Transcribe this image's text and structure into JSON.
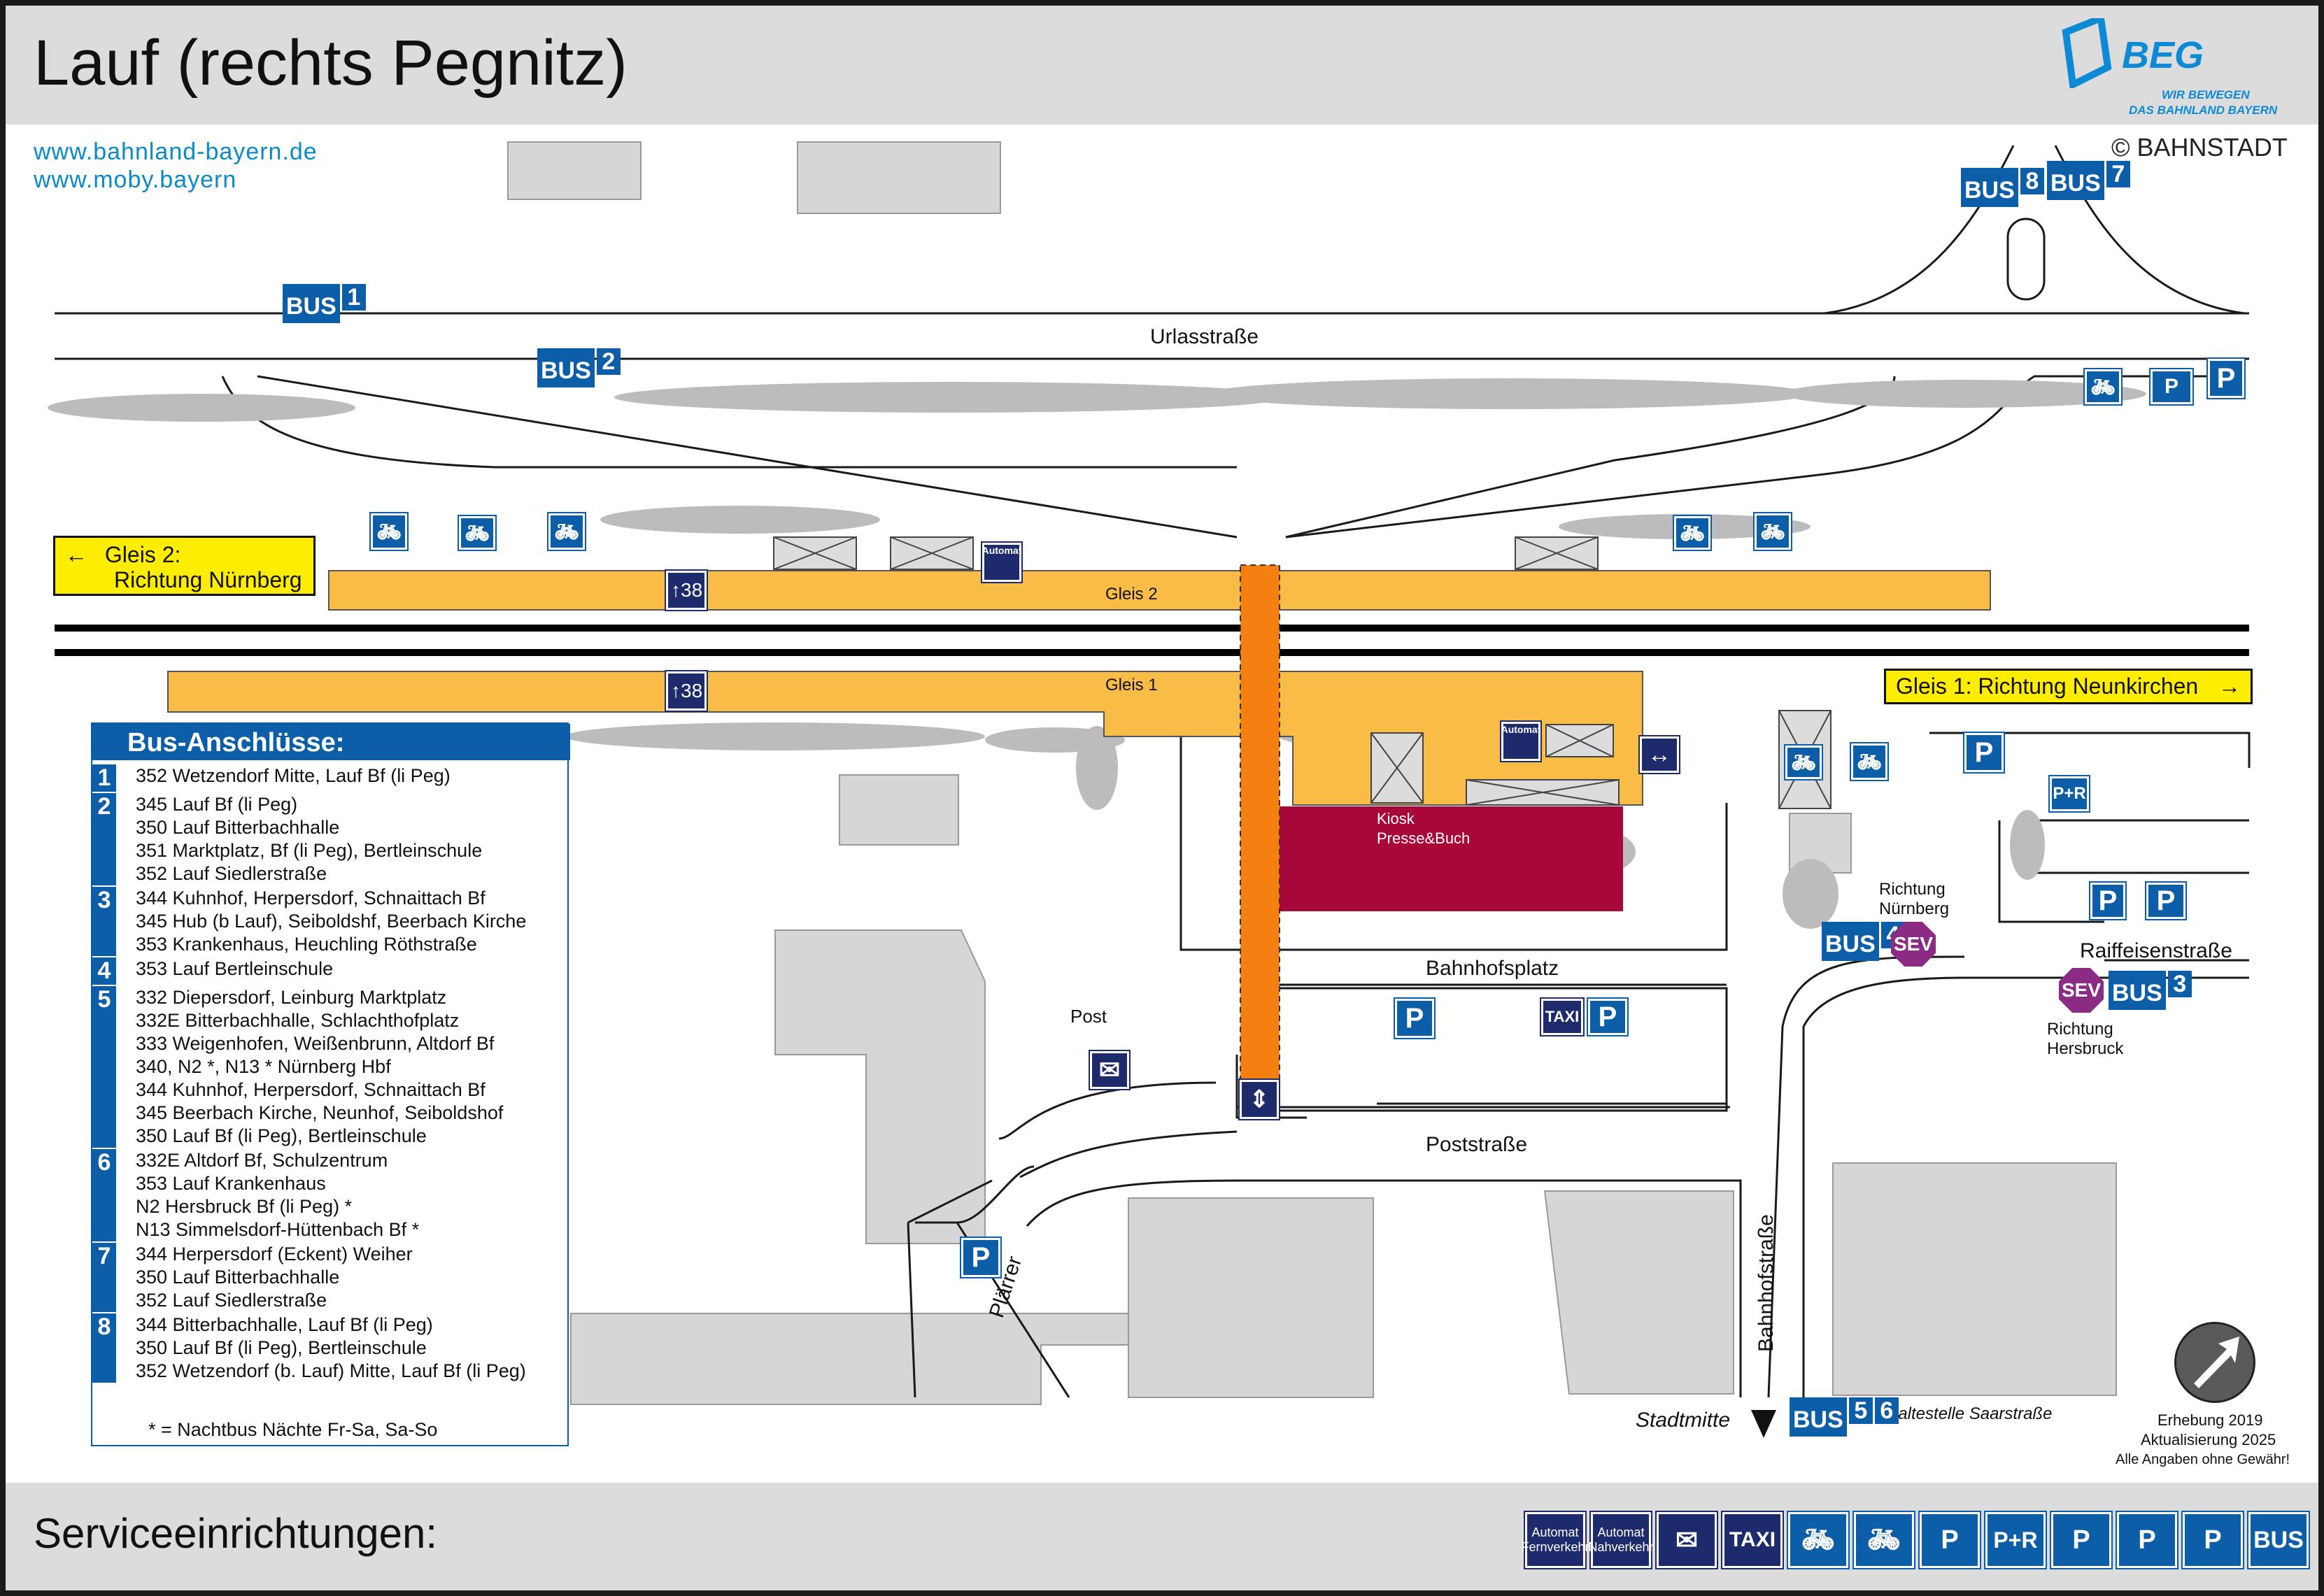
{
  "title": "Lauf (rechts Pegnitz)",
  "links": [
    "www.bahnland-bayern.de",
    "www.moby.bayern"
  ],
  "logo": {
    "name": "BEG",
    "tagline_1": "WIR BEWEGEN",
    "tagline_2": "DAS BAHNLAND BAYERN",
    "copyright": "© BAHNSTADT"
  },
  "streets": {
    "urlasstrasse": "Urlasstraße",
    "poststrasse": "Poststraße",
    "bahnhofsplatz": "Bahnhofsplatz",
    "raiffeisenstrasse": "Raiffeisenstraße",
    "plaerrer": "Plärrer",
    "bahnhofstrasse": "Bahnhofstraße"
  },
  "platforms": {
    "gleis2": "Gleis 2",
    "gleis1": "Gleis 1",
    "gleis2_direction_1": "Gleis 2:",
    "gleis2_direction_2": "Richtung Nürnberg",
    "gleis1_direction": "Gleis 1: Richtung Neunkirchen",
    "platform_height": "38"
  },
  "places": {
    "kiosk_1": "Kiosk",
    "kiosk_2": "Presse&Buch",
    "post": "Post",
    "richtung_nuernberg_1": "Richtung",
    "richtung_nuernberg_2": "Nürnberg",
    "richtung_hersbruck_1": "Richtung",
    "richtung_hersbruck_2": "Hersbruck",
    "stadtmitte": "Stadtmitte",
    "haltestelle": "Haltestelle Saarstraße"
  },
  "bus_stops": {
    "s1": "1",
    "s2": "2",
    "s3": "3",
    "s4": "4",
    "s5": "5",
    "s6": "6",
    "s7": "7",
    "s8": "8",
    "bus_label": "BUS",
    "sev_label": "SEV"
  },
  "bus_panel": {
    "heading": "Bus-Anschlüsse:",
    "entries": [
      {
        "stop": "1",
        "lines": [
          "352 Wetzendorf Mitte, Lauf Bf (li Peg)"
        ]
      },
      {
        "stop": "2",
        "lines": [
          "345 Lauf Bf (li Peg)",
          "350 Lauf Bitterbachhalle",
          "351 Marktplatz, Bf (li Peg), Bertleinschule",
          "352 Lauf Siedlerstraße"
        ]
      },
      {
        "stop": "3",
        "lines": [
          "344 Kuhnhof, Herpersdorf, Schnaittach Bf",
          "345 Hub (b Lauf), Seiboldshf, Beerbach Kirche",
          "353 Krankenhaus, Heuchling Röthstraße"
        ]
      },
      {
        "stop": "4",
        "lines": [
          "353 Lauf Bertleinschule"
        ]
      },
      {
        "stop": "5",
        "lines": [
          "332 Diepersdorf, Leinburg Marktplatz",
          "332E Bitterbachhalle, Schlachthofplatz",
          "333 Weigenhofen, Weißenbrunn, Altdorf Bf",
          "340, N2 *, N13 * Nürnberg Hbf",
          "344 Kuhnhof, Herpersdorf, Schnaittach Bf",
          "345 Beerbach Kirche, Neunhof, Seiboldshof",
          "350 Lauf Bf (li Peg), Bertleinschule"
        ]
      },
      {
        "stop": "6",
        "lines": [
          "332E Altdorf Bf, Schulzentrum",
          "353 Lauf Krankenhaus",
          "N2 Hersbruck Bf (li Peg) *",
          "N13 Simmelsdorf-Hüttenbach Bf *"
        ]
      },
      {
        "stop": "7",
        "lines": [
          "344 Herpersdorf (Eckent) Weiher",
          "350 Lauf Bitterbachhalle",
          "352 Lauf Siedlerstraße"
        ]
      },
      {
        "stop": "8",
        "lines": [
          "344 Bitterbachhalle, Lauf Bf (li Peg)",
          "350 Lauf Bf (li Peg), Bertleinschule",
          "352 Wetzendorf (b. Lauf) Mitte, Lauf Bf (li Peg)"
        ]
      }
    ],
    "note": "* = Nachtbus Nächte Fr-Sa, Sa-So"
  },
  "survey": {
    "line1": "Erhebung 2019",
    "line2": "Aktualisierung 2025",
    "line3": "Alle Angaben ohne Gewähr!"
  },
  "icons": {
    "automat": "Automat",
    "automat_fern": "Fernverkehr",
    "automat_nah": "Nahverkehr",
    "taxi": "TAXI",
    "p": "P",
    "pr": "P+R",
    "bus": "BUS"
  },
  "footer_title": "Serviceeinrichtungen:",
  "colors": {
    "bus_blue": "#0d5ea8",
    "navy": "#1d2a6b",
    "platform": "#f9bd47",
    "underpass": "#f57f11",
    "kiosk": "#a8073a",
    "sev": "#8c2b84",
    "building": "#d6d6d6",
    "label_yellow": "#ffed00"
  }
}
